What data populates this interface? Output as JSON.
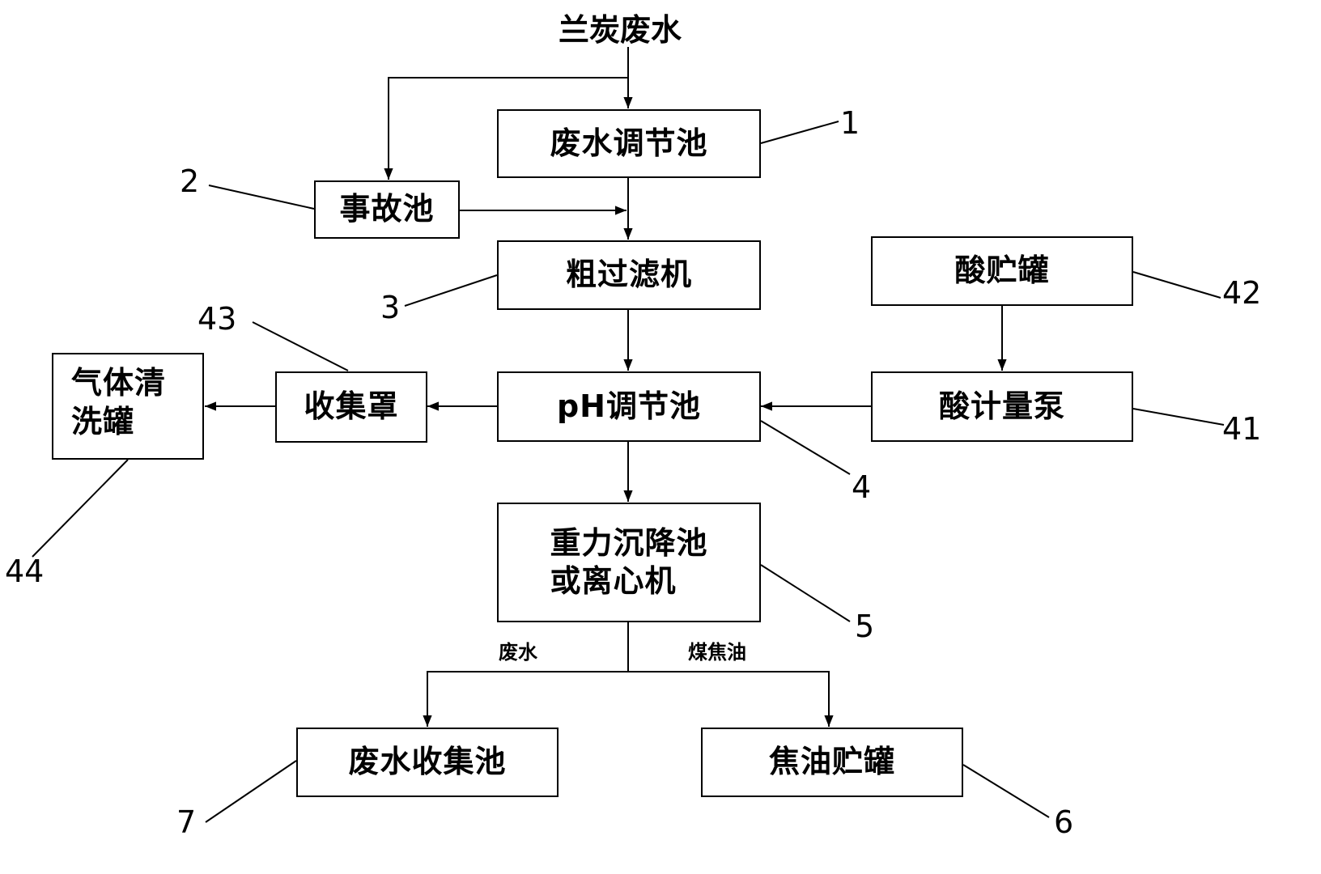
{
  "source_label": "兰炭废水",
  "boxes": {
    "regulating_tank": "废水调节池",
    "accident_tank": "事故池",
    "coarse_filter": "粗过滤机",
    "acid_storage": "酸贮罐",
    "gas_washing_tank": "气体清\n洗罐",
    "collection_hood": "收集罩",
    "ph_tank": "pH调节池",
    "acid_pump": "酸计量泵",
    "settling_tank": "重力沉降池\n或离心机",
    "wastewater_collection": "废水收集池",
    "tar_storage": "焦油贮罐"
  },
  "branch_labels": {
    "wastewater": "废水",
    "coal_tar": "煤焦油"
  },
  "reference_numbers": {
    "regulating_tank": "1",
    "accident_tank": "2",
    "coarse_filter": "3",
    "ph_tank": "4",
    "settling_tank": "5",
    "tar_storage": "6",
    "wastewater_collection": "7",
    "acid_pump": "41",
    "acid_storage": "42",
    "collection_hood": "43",
    "gas_washing_tank": "44"
  }
}
